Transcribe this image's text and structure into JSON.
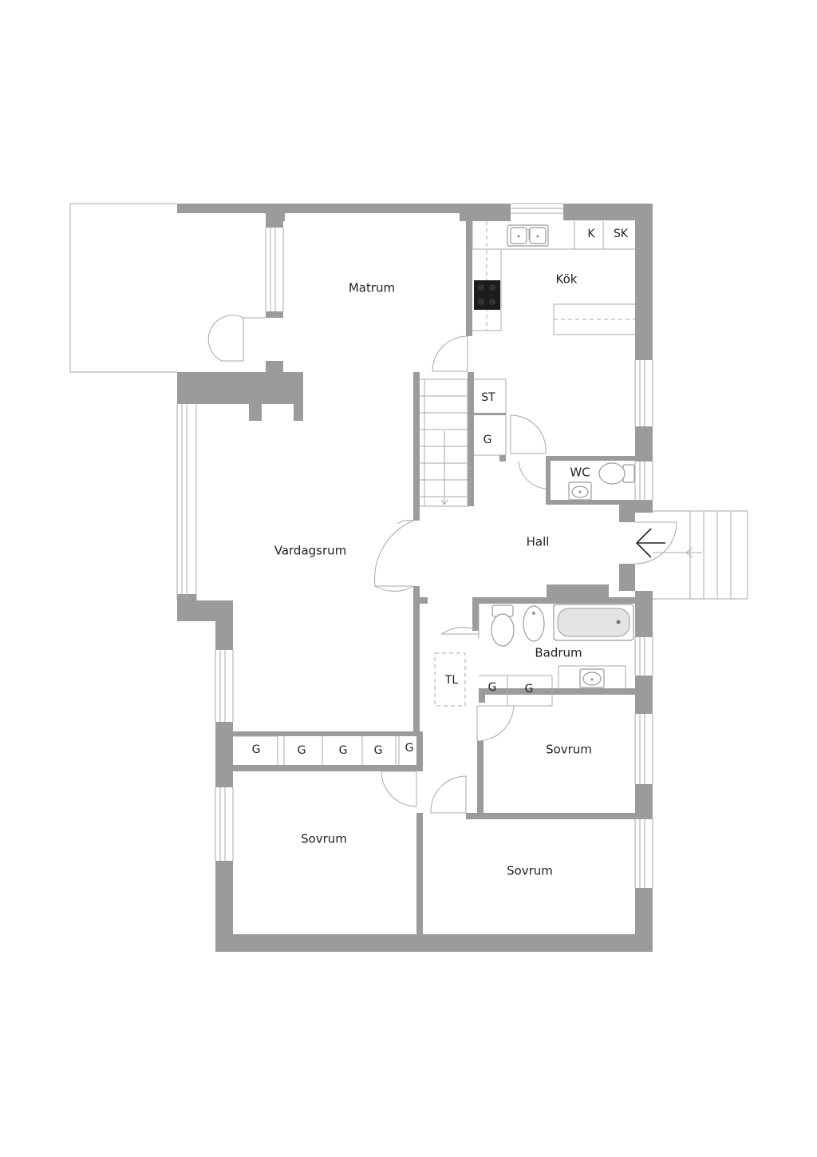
{
  "rooms": {
    "matrum": "Matrum",
    "kok": "Kök",
    "vardagsrum": "Vardagsrum",
    "hall": "Hall",
    "wc": "WC",
    "badrum": "Badrum",
    "sovrum_1": "Sovrum",
    "sovrum_2": "Sovrum",
    "sovrum_3": "Sovrum"
  },
  "labels": {
    "k": "K",
    "sk": "SK",
    "st": "ST",
    "tl": "TL",
    "g_hall": "G",
    "g_bath_1": "G",
    "g_bath_2": "G",
    "g_row_1": "G",
    "g_row_2": "G",
    "g_row_3": "G",
    "g_row_4": "G",
    "g_row_5": "G"
  },
  "colors": {
    "wall": "#9b9b9b",
    "background": "#ffffff",
    "text": "#222222",
    "stove": "#1c1c1c"
  },
  "icons": [
    "entrance-arrow-icon",
    "stairs-icon",
    "sink-icon",
    "stove-icon",
    "toilet-icon",
    "bathtub-icon",
    "door-swing-icon"
  ]
}
